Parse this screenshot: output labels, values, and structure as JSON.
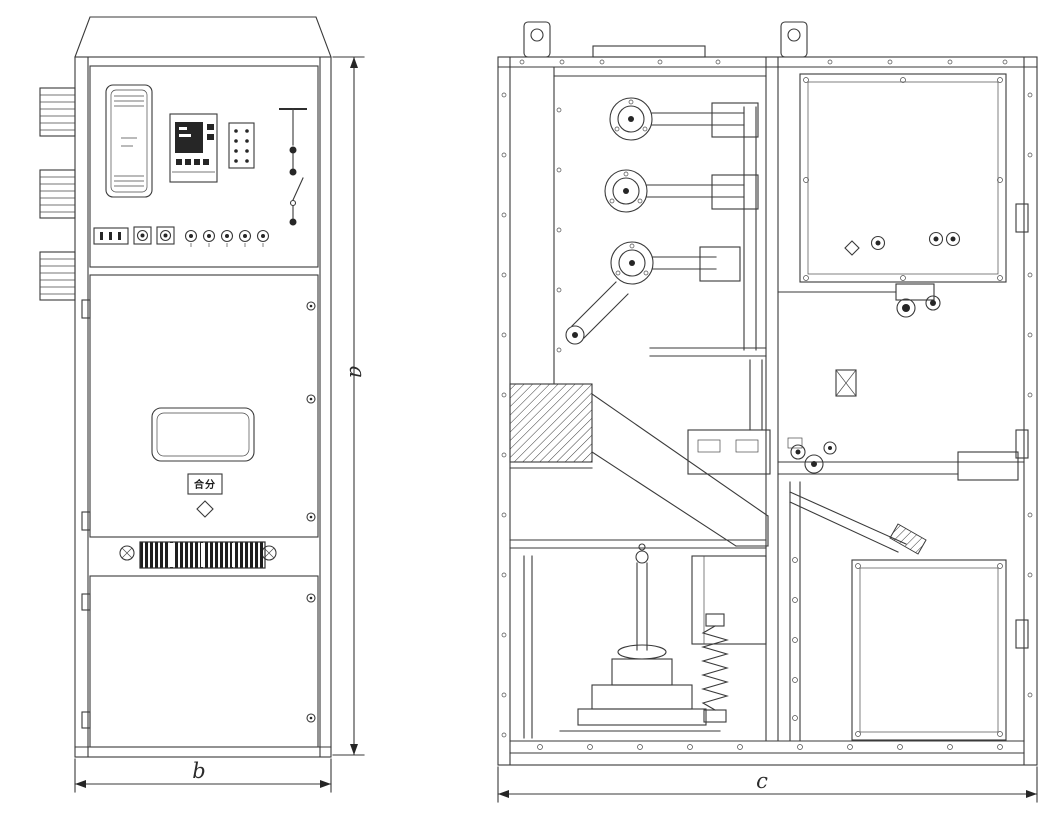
{
  "dimensions": {
    "a": "a",
    "b": "b",
    "c": "c"
  },
  "nameplate": {
    "text": "合分"
  },
  "colors": {
    "line": "#3a3a3a",
    "background": "#ffffff",
    "dark": "#262626"
  }
}
